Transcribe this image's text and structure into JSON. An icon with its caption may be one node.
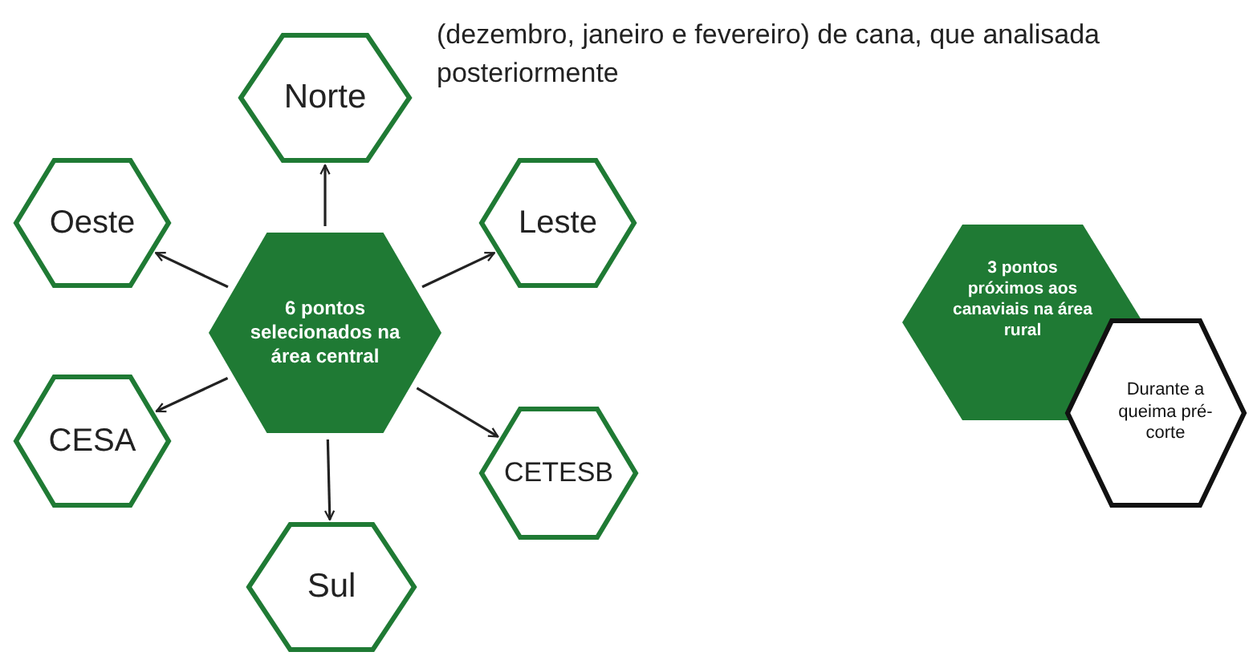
{
  "diagram": {
    "nodes": [
      {
        "text": [
          "Norte"
        ]
      },
      {
        "text": [
          "Oeste"
        ]
      },
      {
        "text": [
          "Leste"
        ]
      },
      {
        "text": [
          "6 pontos selecionados na área central"
        ]
      },
      {
        "text": [
          "CESA"
        ]
      },
      {
        "text": [
          "CETESB"
        ]
      },
      {
        "text": [
          "Sul"
        ]
      },
      {
        "text": [
          "3 pontos próximos aos canaviais na área rural"
        ]
      },
      {
        "text": [
          "Durante a queima pré-corte"
        ]
      }
    ],
    "edges": [
      {
        "from": 3,
        "to": 0,
        "arrow": "to"
      },
      {
        "from": 3,
        "to": 1,
        "arrow": "to"
      },
      {
        "from": 3,
        "to": 2,
        "arrow": "to"
      },
      {
        "from": 3,
        "to": 4,
        "arrow": "to"
      },
      {
        "from": 3,
        "to": 5,
        "arrow": "to"
      },
      {
        "from": 3,
        "to": 6,
        "arrow": "to"
      }
    ],
    "labels": [
      "(dezembro, janeiro e fevereiro) de cana, que analisada posteriormente"
    ]
  }
}
